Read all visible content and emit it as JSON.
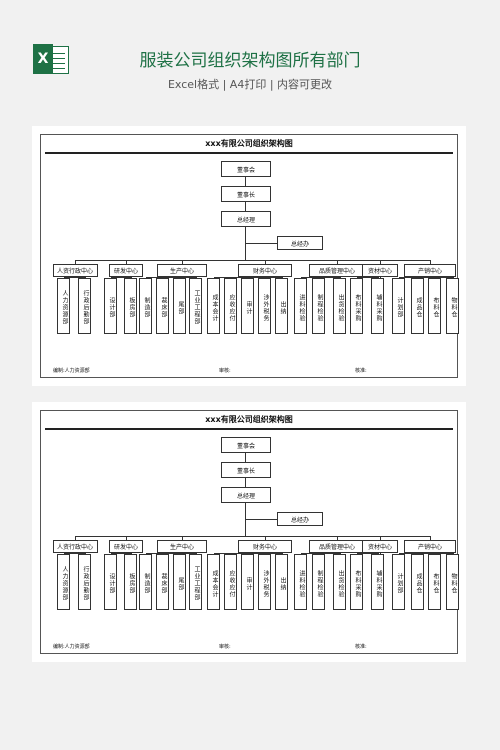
{
  "header": {
    "icon_letter": "X",
    "title": "服装公司组织架构图所有部门",
    "subtitle": "Excel格式 | A4打印 | 内容可更改"
  },
  "sheet": {
    "title": "xxx有限公司组织架构图",
    "top_nodes": [
      "董事会",
      "董事长",
      "总经理"
    ],
    "assistant": "总经办",
    "centers": [
      {
        "name": "人资行政中心",
        "depts": [
          "人力资源部",
          "行政后勤部"
        ]
      },
      {
        "name": "研发中心",
        "depts": [
          "设计部",
          "板房部"
        ]
      },
      {
        "name": "生产中心",
        "depts": [
          "制造部",
          "裁床部",
          "尾部",
          "工业工程部"
        ]
      },
      {
        "name": "财务中心",
        "depts": [
          "成本会计",
          "应收应付",
          "审计",
          "涉外税务",
          "出纳"
        ]
      },
      {
        "name": "品质管理中心",
        "depts": [
          "进料检验",
          "制程检验",
          "出货检验"
        ]
      },
      {
        "name": "资材中心",
        "depts": [
          "布料采购",
          "辅料采购"
        ]
      },
      {
        "name": "产销中心",
        "depts": [
          "计划部",
          "成品仓",
          "布料仓",
          "物料仓"
        ]
      }
    ],
    "footer": {
      "editor": "编制:人力资源部",
      "reviewer": "审核:",
      "approver": "核准:"
    }
  },
  "colors": {
    "brand": "#1e7145",
    "background": "#f1f1f1"
  }
}
